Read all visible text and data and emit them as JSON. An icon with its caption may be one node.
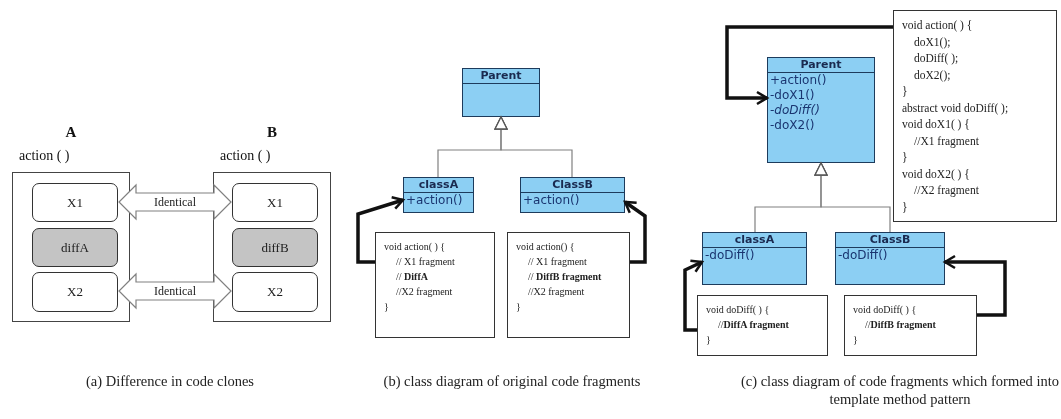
{
  "diagram": {
    "nodes": [
      {
        "text": [
          "A",
          "action ( )"
        ]
      },
      {
        "text": [
          "X1"
        ],
        "in": 0
      },
      {
        "text": [
          "diffA"
        ],
        "in": 0
      },
      {
        "text": [
          "X2"
        ],
        "in": 0
      },
      {
        "text": [
          "B",
          "action ( )"
        ]
      },
      {
        "text": [
          "X1"
        ],
        "in": 4
      },
      {
        "text": [
          "diffB"
        ],
        "in": 4
      },
      {
        "text": [
          "X2"
        ],
        "in": 4
      },
      {
        "text": [
          "Parent"
        ]
      },
      {
        "text": [
          "classA",
          "+action()"
        ]
      },
      {
        "text": [
          "ClassB",
          "+action()"
        ]
      },
      {
        "text": [
          "void action( ) {",
          "// X1 fragment",
          "// **DiffA**",
          "//X2 fragment",
          "}"
        ]
      },
      {
        "text": [
          "void action() {",
          "// X1 fragment",
          "// **DiffB fragment**",
          "//X2 fragment",
          "}"
        ]
      },
      {
        "text": [
          "void action( ) {",
          "doX1();",
          "doDiff( );",
          "doX2();",
          "}",
          "abstract void doDiff( );",
          "void doX1( ) {",
          "//X1 fragment",
          "}",
          "void doX2( ) {",
          "//X2 fragment",
          "}"
        ]
      },
      {
        "text": [
          "Parent",
          "+action()",
          "-doX1()",
          "-doDiff()",
          "-doX2()"
        ]
      },
      {
        "text": [
          "classA",
          "-doDiff()"
        ]
      },
      {
        "text": [
          "ClassB",
          "-doDiff()"
        ]
      },
      {
        "text": [
          "void doDiff( ) {",
          "//**DiffA fragment**",
          "}"
        ]
      },
      {
        "text": [
          "void doDiff( ) {",
          "//**DiffB fragment**",
          "}"
        ]
      }
    ],
    "edges": [
      {
        "from": 1,
        "to": 5,
        "arrow": "both",
        "label": "Identical",
        "color": "#808080"
      },
      {
        "from": 3,
        "to": 7,
        "arrow": "both",
        "label": "Identical",
        "color": "#808080"
      },
      {
        "from": 9,
        "to": 8,
        "arrow": "to",
        "color": "#808080"
      },
      {
        "from": 10,
        "to": 8,
        "arrow": "to",
        "color": "#808080"
      },
      {
        "from": 11,
        "to": 9,
        "arrow": "to"
      },
      {
        "from": 12,
        "to": 10,
        "arrow": "to"
      },
      {
        "from": 15,
        "to": 14,
        "arrow": "to",
        "color": "#808080"
      },
      {
        "from": 16,
        "to": 14,
        "arrow": "to",
        "color": "#808080"
      },
      {
        "from": 13,
        "to": 14,
        "arrow": "to"
      },
      {
        "from": 17,
        "to": 15,
        "arrow": "to"
      },
      {
        "from": 18,
        "to": 16,
        "arrow": "to"
      }
    ],
    "labels": [
      "(a) Difference in code clones",
      "(b) class diagram of original code fragments",
      "(c) class diagram of code fragments which formed into template method pattern"
    ]
  }
}
